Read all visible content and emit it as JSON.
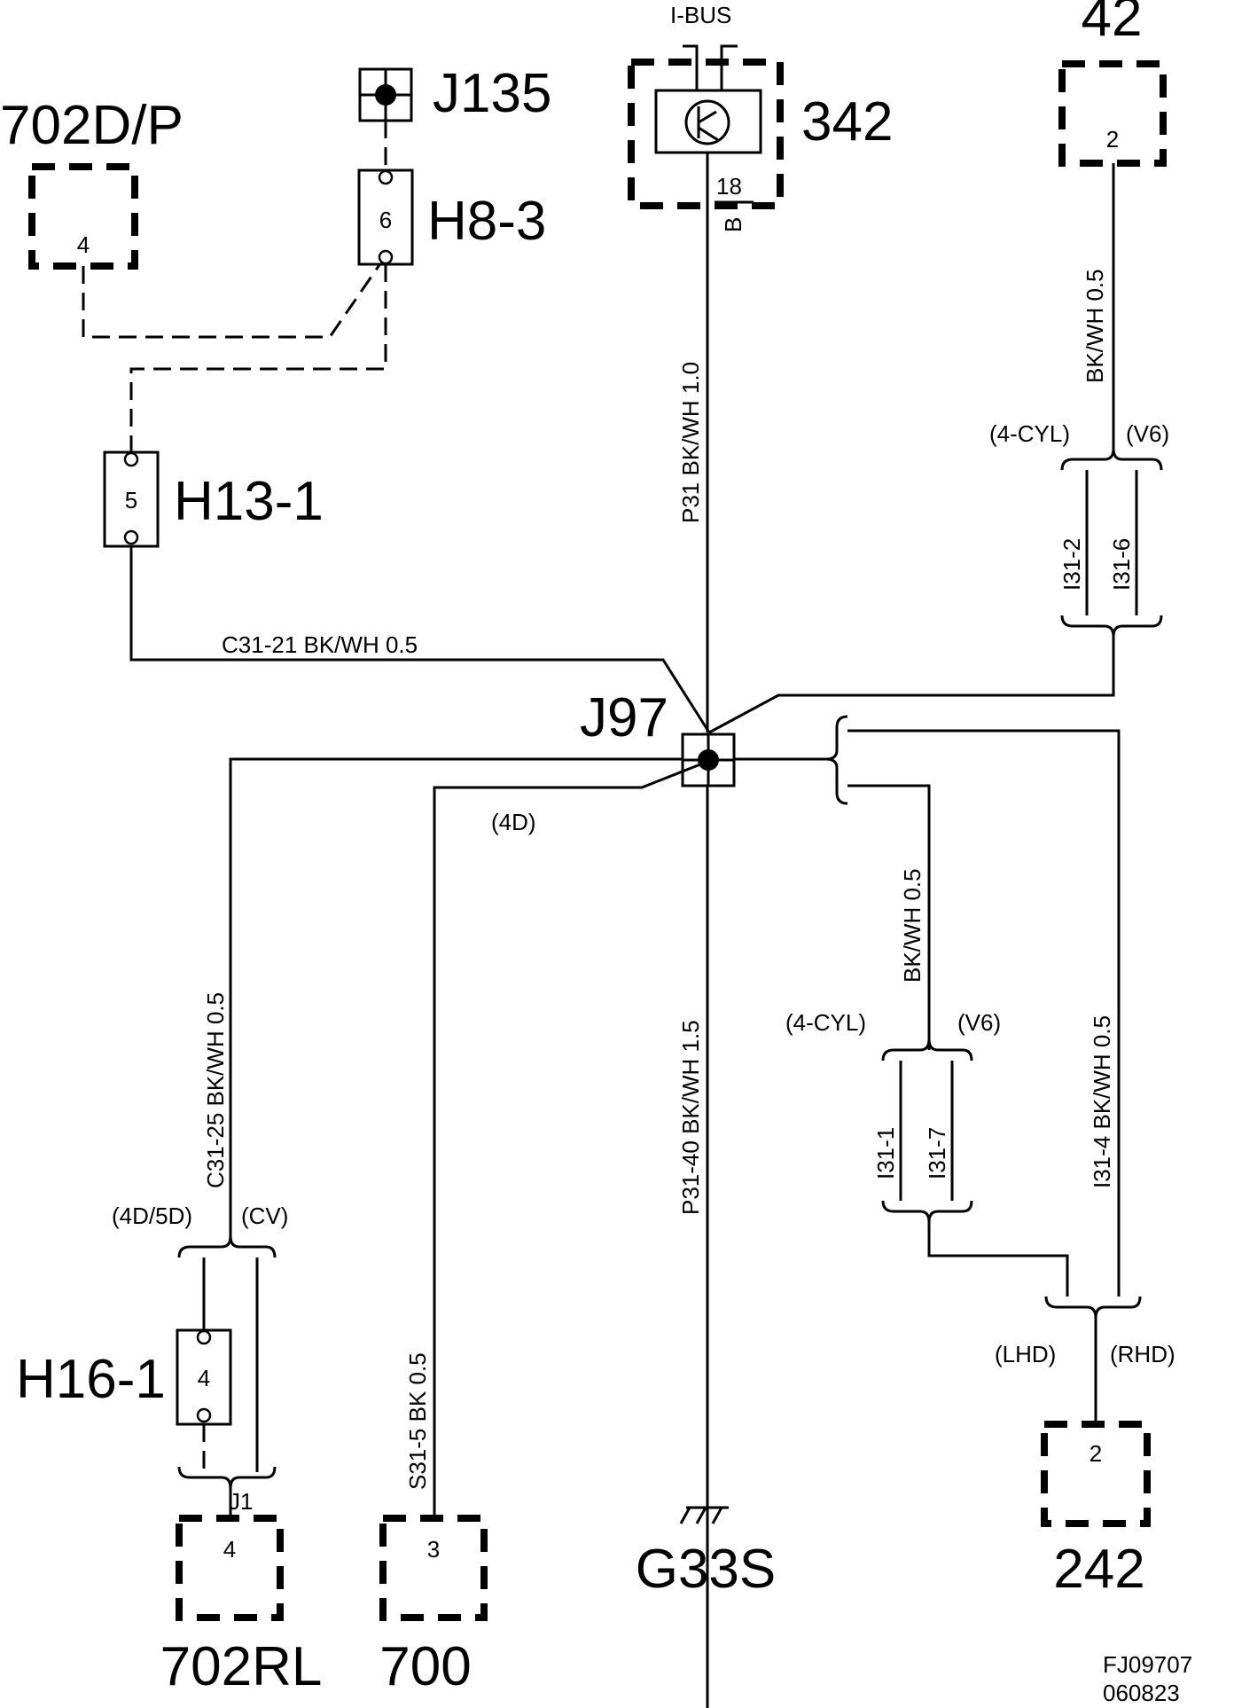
{
  "components": {
    "c702dp": "702D/P",
    "j135": "J135",
    "h8_3": "H8-3",
    "h13_1": "H13-1",
    "c342": "342",
    "ibus": "I-BUS",
    "c42": "42",
    "j97": "J97",
    "h16_1": "H16-1",
    "c702rl": "702RL",
    "c700": "700",
    "g33s": "G33S",
    "c242": "242",
    "j1": "J1"
  },
  "pins": {
    "c702dp": "4",
    "h8_3": "6",
    "h13_1": "5",
    "c342": "18",
    "c342_wire": "B",
    "c42": "2",
    "h16_1": "4",
    "c702rl": "4",
    "c700": "3",
    "c242": "2"
  },
  "wires": {
    "p31": "P31   BK/WH   1.0",
    "c31_21": "C31-21     BK/WH   0.5",
    "c42_wire": "BK/WH   0.5",
    "c31_25": "C31-25   BK/WH   0.5",
    "s31_5": "S31-5   BK   0.5",
    "p31_40": "P31-40   BK/WH   1.5",
    "mid_right": "BK/WH   0.5",
    "i31_4": "I31-4      BK/WH   0.5",
    "i31_2": "I31-2",
    "i31_6": "I31-6",
    "i31_1": "I31-1",
    "i31_7": "I31-7"
  },
  "variants": {
    "four_cyl_top": "(4-CYL)",
    "v6_top": "(V6)",
    "four_cyl_mid": "(4-CYL)",
    "v6_mid": "(V6)",
    "four_d": "(4D)",
    "four_d_five_d": "(4D/5D)",
    "cv": "(CV)",
    "lhd": "(LHD)",
    "rhd": "(RHD)"
  },
  "footer": {
    "figure_id": "FJ09707",
    "date_code": "060823"
  }
}
